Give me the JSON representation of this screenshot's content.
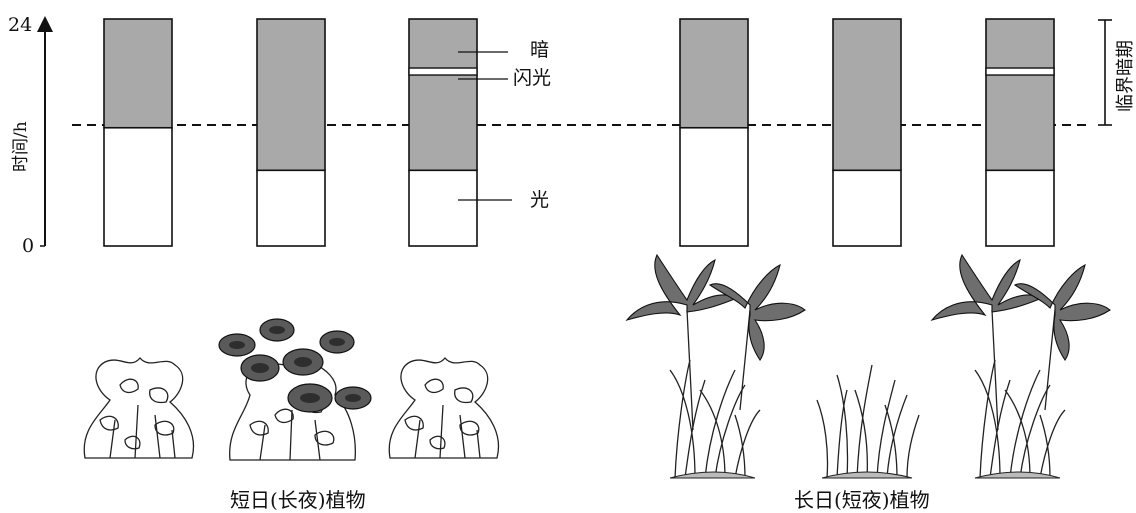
{
  "axis": {
    "tick_top": "24",
    "tick_bottom": "0",
    "ylabel": "时间/h"
  },
  "annotations": {
    "dark": "暗",
    "flash": "闪光",
    "light": "光",
    "critical_dark": "临界暗期"
  },
  "groups": {
    "short_day": {
      "caption": "短日(长夜)植物"
    },
    "long_day": {
      "caption": "长日(短夜)植物"
    }
  },
  "critical_dark_hours": 10,
  "columns": [
    {
      "group": "short_day",
      "light_hours": 12.5,
      "flash_at_hours": null,
      "outcome": "leafy (no flowers)"
    },
    {
      "group": "short_day",
      "light_hours": 8,
      "flash_at_hours": null,
      "outcome": "flowering"
    },
    {
      "group": "short_day",
      "light_hours": 8,
      "flash_at_hours": 18.5,
      "outcome": "leafy (no flowers)"
    },
    {
      "group": "long_day",
      "light_hours": 12.5,
      "flash_at_hours": null,
      "outcome": "flowering iris"
    },
    {
      "group": "long_day",
      "light_hours": 8,
      "flash_at_hours": null,
      "outcome": "leaves only"
    },
    {
      "group": "long_day",
      "light_hours": 8,
      "flash_at_hours": 18.5,
      "outcome": "flowering iris"
    }
  ],
  "colors": {
    "dark": "#a9a9a9",
    "light": "#ffffff",
    "ink": "#111111"
  }
}
